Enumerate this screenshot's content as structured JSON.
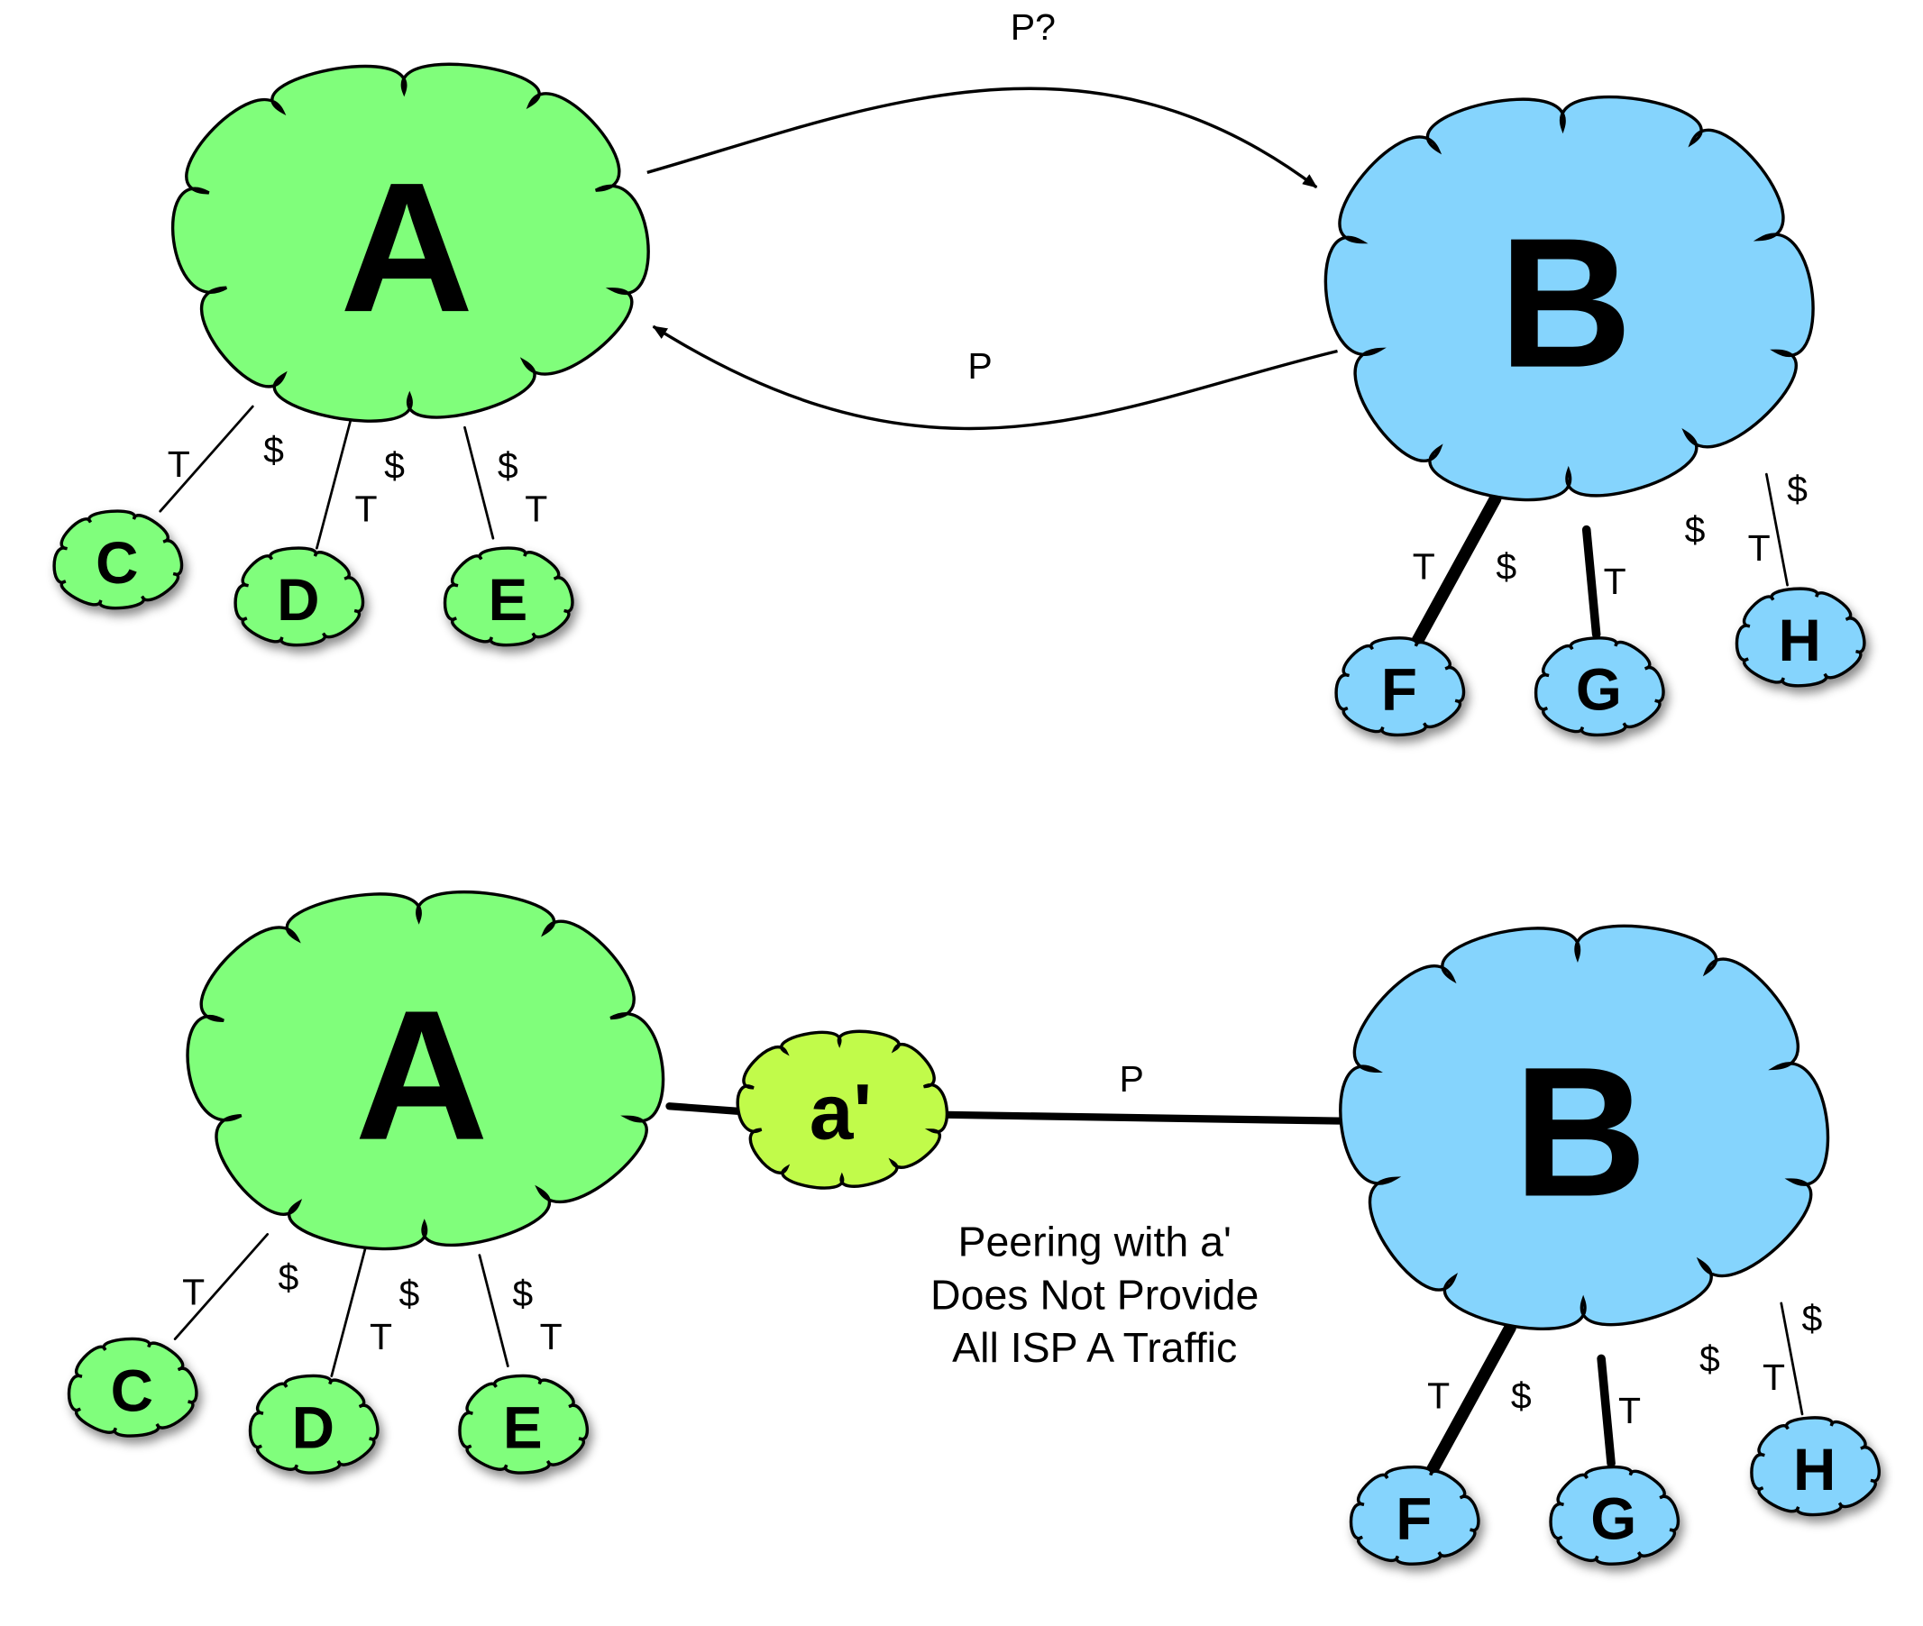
{
  "colors": {
    "isp_a": "#80fe7b",
    "isp_b": "#85d4fd",
    "a_prime": "#c1fb4a",
    "line": "#000000"
  },
  "top": {
    "nodes": {
      "A": "A",
      "B": "B",
      "C": "C",
      "D": "D",
      "E": "E",
      "F": "F",
      "G": "G",
      "H": "H"
    },
    "arrow_labels": [
      "P?",
      "P"
    ],
    "link_labels": [
      "T",
      "$",
      "$",
      "T",
      "$",
      "T",
      "T",
      "$",
      "T",
      "$",
      "$",
      "T"
    ]
  },
  "bottom": {
    "nodes": {
      "A": "A",
      "a_prime": "a'",
      "B": "B",
      "C": "C",
      "D": "D",
      "E": "E",
      "F": "F",
      "G": "G",
      "H": "H"
    },
    "peering_label": "P",
    "link_labels": [
      "T",
      "$",
      "$",
      "T",
      "$",
      "T",
      "T",
      "$",
      "T",
      "$",
      "$",
      "T"
    ],
    "note": [
      "Peering with a'",
      "Does Not Provide",
      "All ISP A Traffic"
    ]
  }
}
